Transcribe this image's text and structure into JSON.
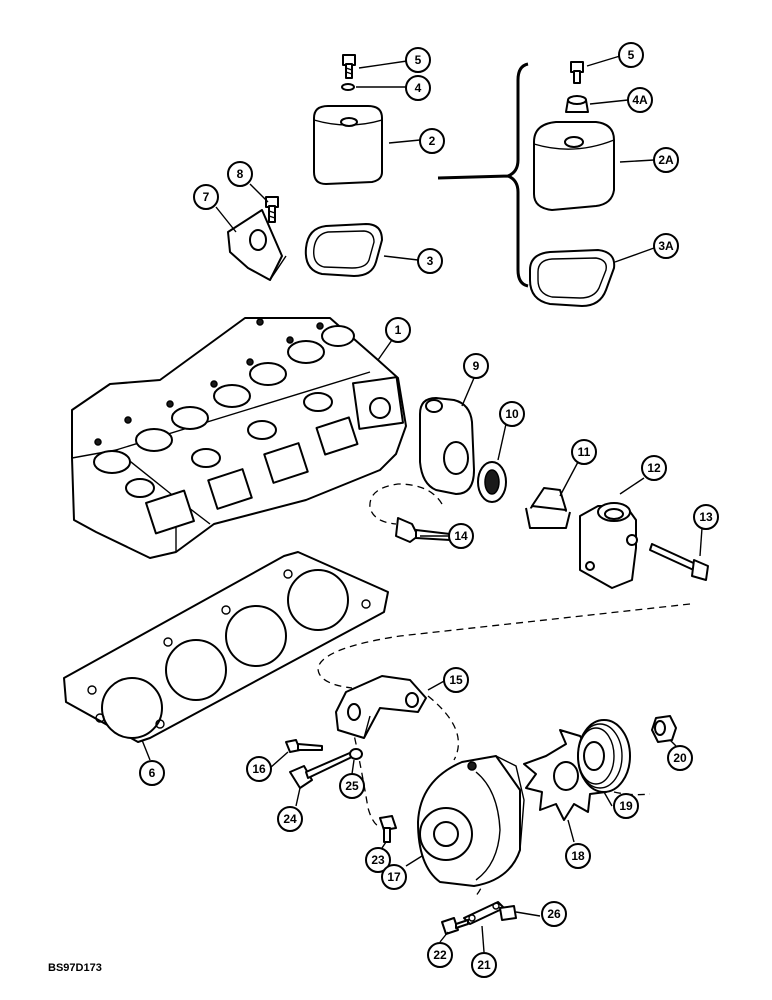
{
  "figure_code": "BS97D173",
  "callouts": [
    "1",
    "2",
    "2A",
    "3",
    "3A",
    "4",
    "4A",
    "5",
    "5",
    "6",
    "7",
    "8",
    "9",
    "10",
    "11",
    "12",
    "13",
    "14",
    "15",
    "16",
    "17",
    "18",
    "19",
    "20",
    "21",
    "22",
    "23",
    "24",
    "25",
    "26"
  ]
}
